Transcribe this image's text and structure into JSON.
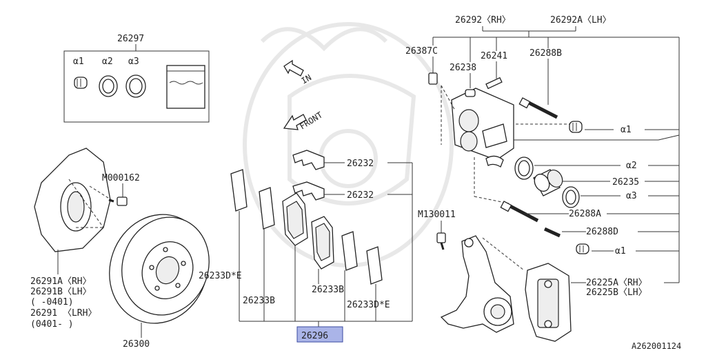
{
  "kit": {
    "part_no": "26297",
    "items": [
      "α1",
      "α2",
      "α3"
    ]
  },
  "calipers": {
    "rh": "26292〈RH〉",
    "lh": "26292A〈LH〉"
  },
  "labels": {
    "p26387C": "26387C",
    "p26238": "26238",
    "p26241": "26241",
    "p26288B": "26288B",
    "a1_top": "α1",
    "a2": "α2",
    "p26235": "26235",
    "a3": "α3",
    "p26288A": "26288A",
    "p26288D": "26288D",
    "a1_bottom": "α1",
    "p26225A": "26225A〈RH〉",
    "p26225B": "26225B〈LH〉",
    "M130011": "M130011",
    "M000162": "M000162",
    "p26291A": "26291A〈RH〉",
    "p26291B": "26291B〈LH〉",
    "p26291B_range": "(    -0401)",
    "p26291": "26291 〈LRH〉",
    "p26291_range": "(0401-    )",
    "p26300": "26300",
    "p26232_top": "26232",
    "p26232_mid": "26232",
    "p26233DE_left": "26233D*E",
    "p26233B_left": "26233B",
    "p26233B_mid": "26233B",
    "p26233DE_right": "26233D*E",
    "p26296": "26296"
  },
  "arrows": {
    "in": "IN",
    "front": "FRONT"
  },
  "diagram_code": "A262001124"
}
